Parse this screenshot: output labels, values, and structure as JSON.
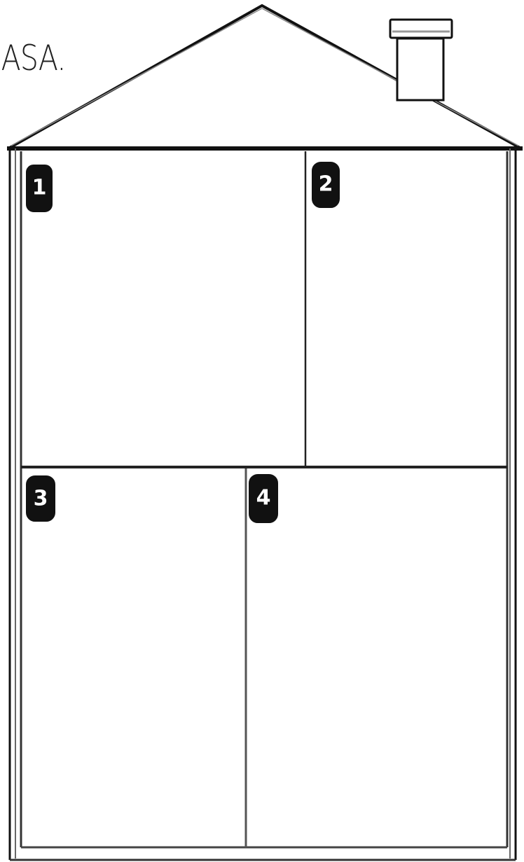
{
  "caption": "ASA.",
  "rooms": [
    {
      "number": "1"
    },
    {
      "number": "2"
    },
    {
      "number": "3"
    },
    {
      "number": "4"
    }
  ],
  "colors": {
    "line": "#111111",
    "background": "#ffffff",
    "badge": "#111111"
  }
}
